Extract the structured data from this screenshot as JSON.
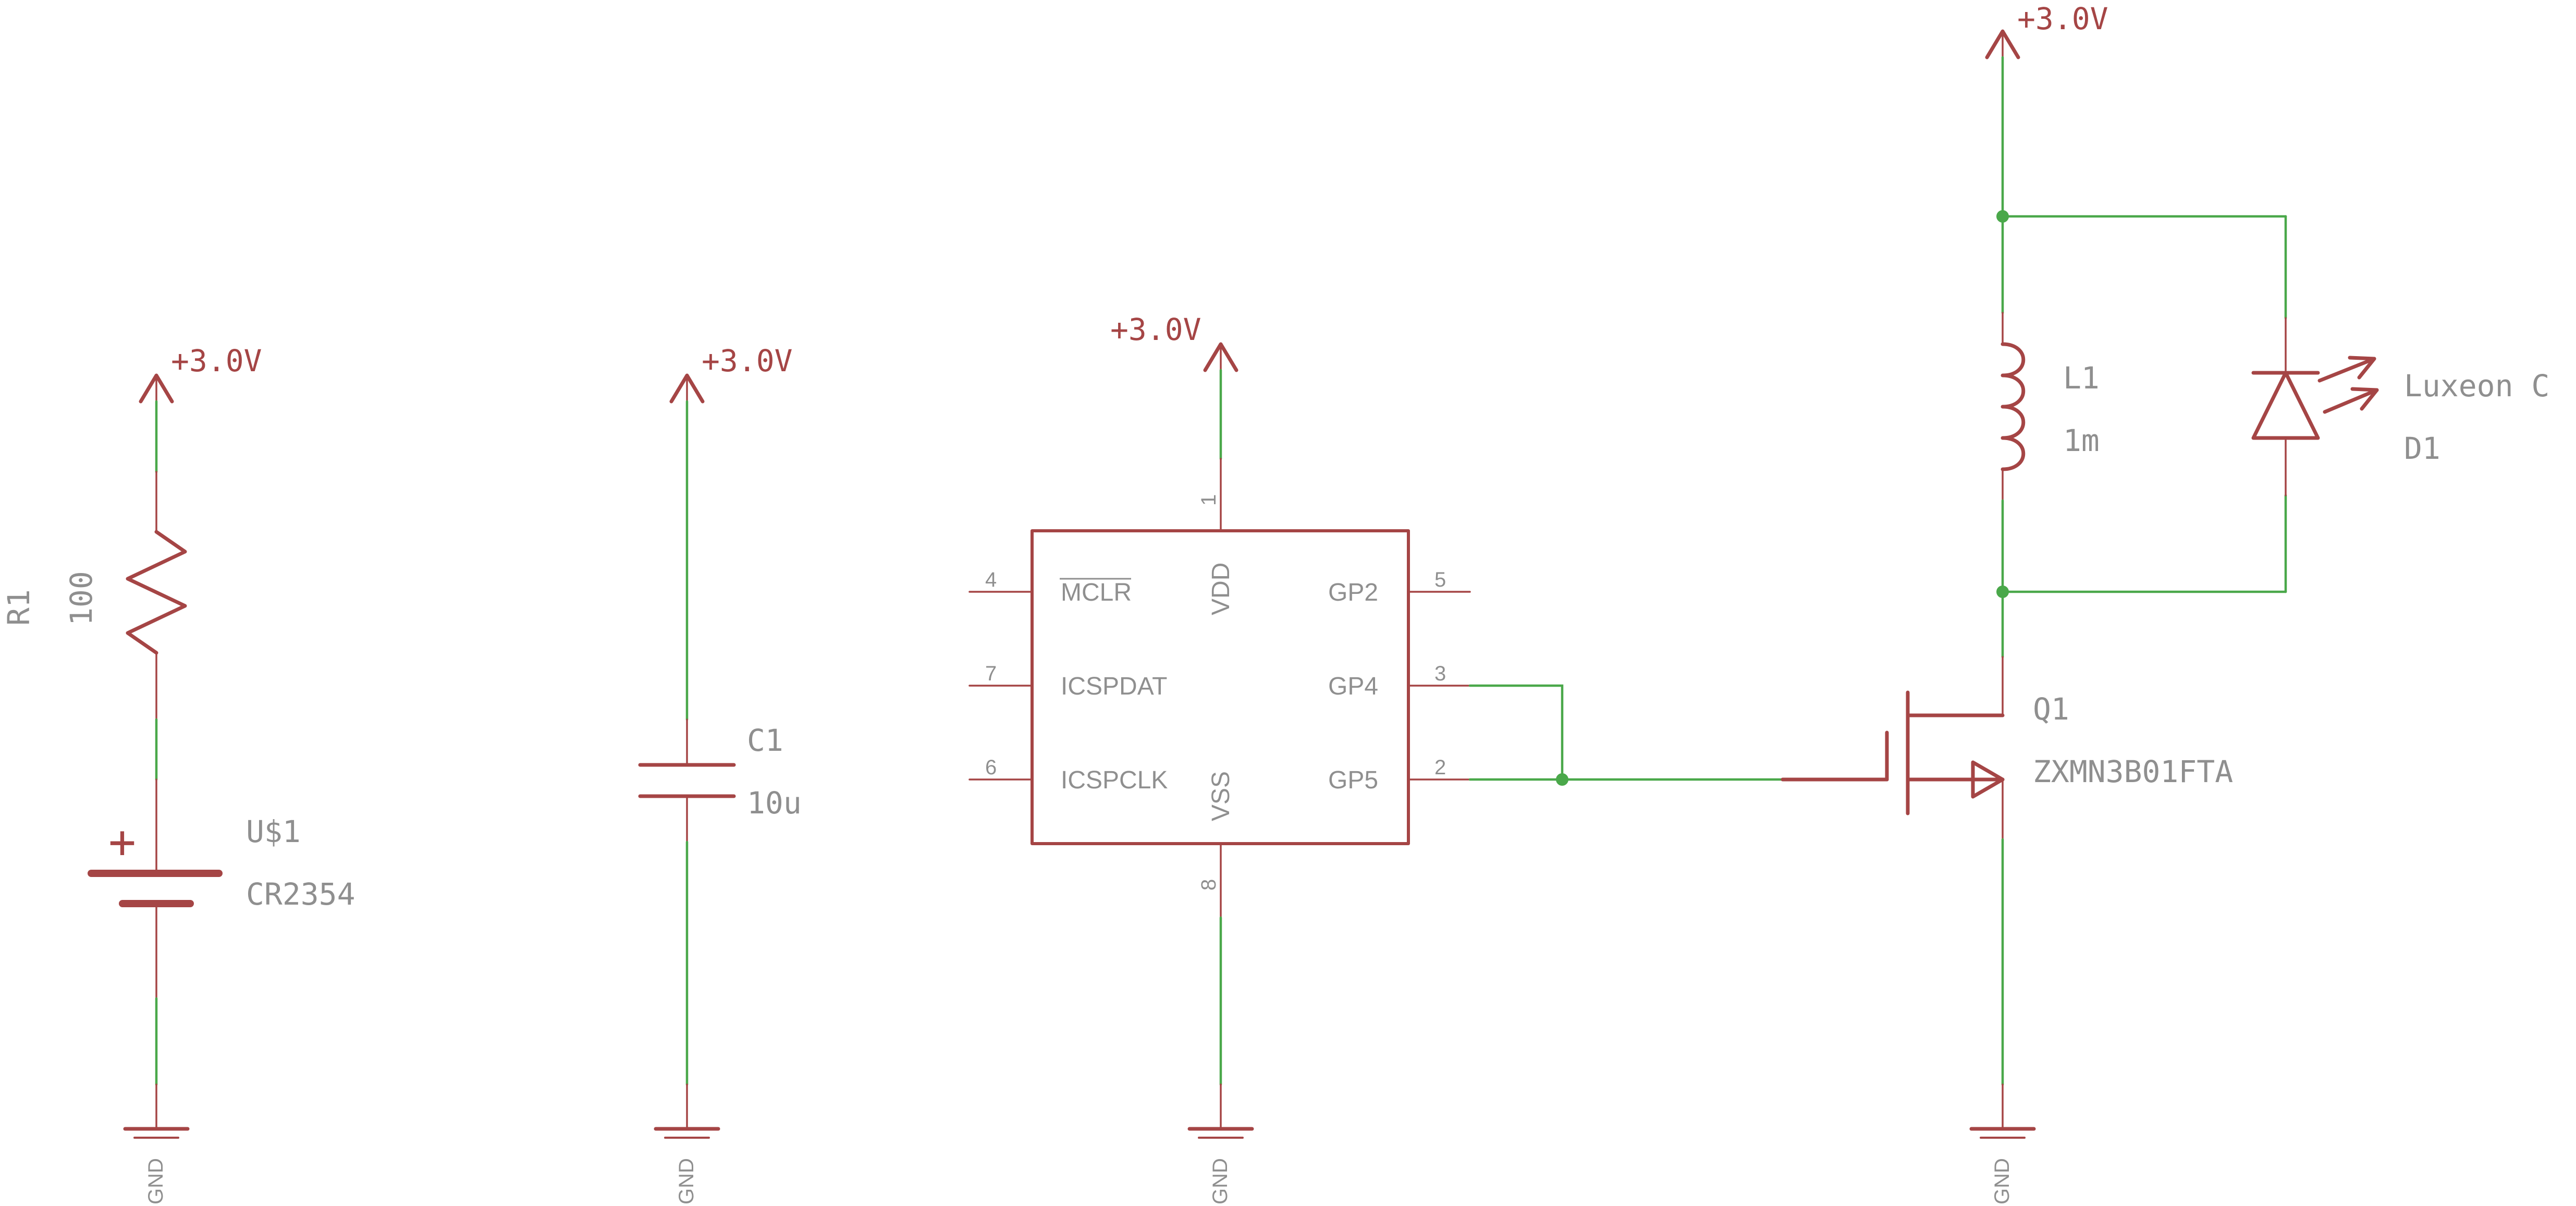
{
  "supply": {
    "label": "+3.0V"
  },
  "ground": {
    "label": "GND"
  },
  "r1": {
    "name": "R1",
    "value": "100"
  },
  "battery": {
    "name": "U$1",
    "value": "CR2354",
    "plus": "+"
  },
  "c1": {
    "name": "C1",
    "value": "10u"
  },
  "ic": {
    "pins": {
      "mclr": {
        "label": "MCLR",
        "number": "4"
      },
      "icspdat": {
        "label": "ICSPDAT",
        "number": "7"
      },
      "icspclk": {
        "label": "ICSPCLK",
        "number": "6"
      },
      "vdd": {
        "label": "VDD",
        "number": "1"
      },
      "vss": {
        "label": "VSS",
        "number": "8"
      },
      "gp2": {
        "label": "GP2",
        "number": "5"
      },
      "gp4": {
        "label": "GP4",
        "number": "3"
      },
      "gp5": {
        "label": "GP5",
        "number": "2"
      }
    }
  },
  "l1": {
    "name": "L1",
    "value": "1m"
  },
  "d1": {
    "name": "D1",
    "value": "Luxeon C"
  },
  "q1": {
    "name": "Q1",
    "value": "ZXMN3B01FTA"
  },
  "colors": {
    "symbol": "#a54545",
    "wire": "#4aa84a",
    "text": "#8f8f8f"
  }
}
